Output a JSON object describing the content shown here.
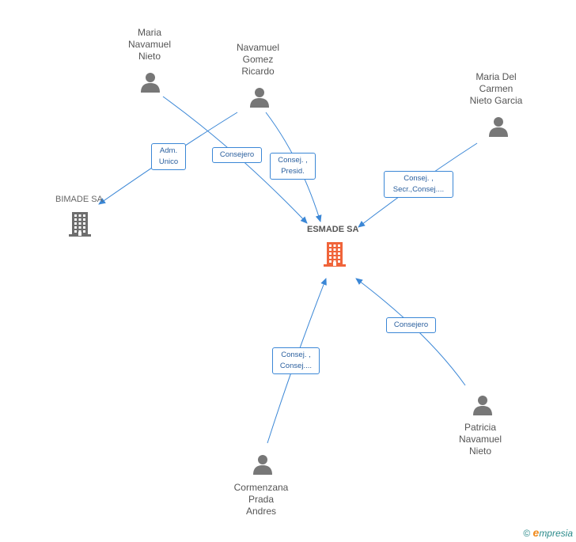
{
  "colors": {
    "edge": "#3b87d6",
    "person": "#777777",
    "main_company": "#f0643a",
    "other_company": "#6e6e6e"
  },
  "center": {
    "name": "ESMADE SA",
    "icon": "building-icon"
  },
  "companies": [
    {
      "name": "BIMADE SA",
      "icon": "building-icon"
    }
  ],
  "people": [
    {
      "name": "Maria\nNavamuel\nNieto",
      "icon": "person-icon"
    },
    {
      "name": "Navamuel\nGomez\nRicardo",
      "icon": "person-icon"
    },
    {
      "name": "Maria Del\nCarmen\nNieto Garcia",
      "icon": "person-icon"
    },
    {
      "name": "Patricia\nNavamuel\nNieto",
      "icon": "person-icon"
    },
    {
      "name": "Cormenzana\nPrada\nAndres",
      "icon": "person-icon"
    }
  ],
  "relations": [
    {
      "label": "Adm.\nUnico"
    },
    {
      "label": "Consejero"
    },
    {
      "label": "Consej. ,\nPresid."
    },
    {
      "label": "Consej. ,\nSecr.,Consej...."
    },
    {
      "label": "Consejero"
    },
    {
      "label": "Consej. ,\nConsej...."
    }
  ],
  "footer": {
    "copyright": "©",
    "brand_initial": "e",
    "brand_rest": "mpresia"
  }
}
